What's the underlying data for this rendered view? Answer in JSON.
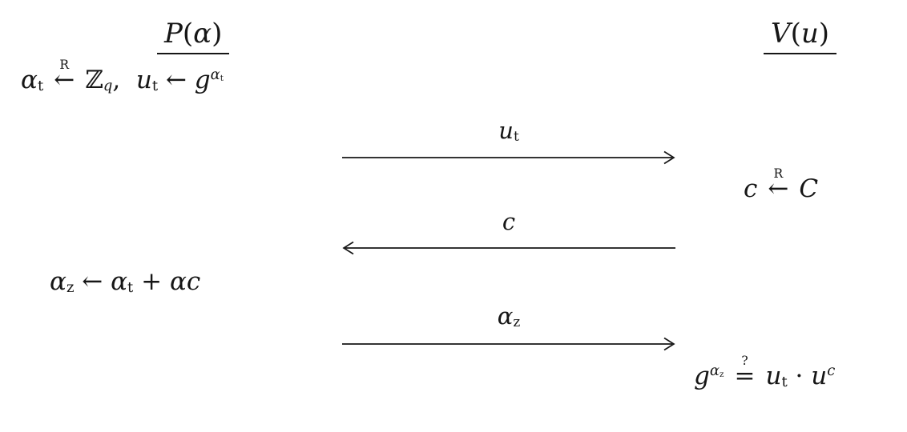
{
  "colors": {
    "ink": "#161616",
    "bg": "#ffffff"
  },
  "prover": {
    "header": [
      {
        "x": "P"
      },
      {
        "x": "(",
        "up": true
      },
      {
        "x": "α"
      },
      {
        "x": ")",
        "up": true
      }
    ],
    "step1": [
      {
        "x": "α"
      },
      {
        "x": "t",
        "k": "sub",
        "up": true
      },
      {
        "k": "stk",
        "top": "R",
        "base": "←"
      },
      {
        "x": "ℤ",
        "up": true
      },
      {
        "x": "q",
        "k": "sub"
      },
      {
        "x": ",  ",
        "up": true
      },
      {
        "x": "u"
      },
      {
        "x": "t",
        "k": "sub",
        "up": true
      },
      {
        "x": " ← ",
        "up": true
      },
      {
        "x": "g"
      },
      {
        "x": [
          {
            "x": "α"
          },
          {
            "x": "t",
            "k": "sub",
            "up": true
          }
        ],
        "k": "sup"
      }
    ],
    "step2": [
      {
        "x": "α"
      },
      {
        "x": "z",
        "k": "sub",
        "up": true
      },
      {
        "x": " ← ",
        "up": true
      },
      {
        "x": "α"
      },
      {
        "x": "t",
        "k": "sub",
        "up": true
      },
      {
        "x": " + ",
        "up": true
      },
      {
        "x": "α"
      },
      {
        "x": "c"
      }
    ]
  },
  "verifier": {
    "header": [
      {
        "x": "V"
      },
      {
        "x": "(",
        "up": true
      },
      {
        "x": "u"
      },
      {
        "x": ")",
        "up": true
      }
    ],
    "step1": [
      {
        "x": "c"
      },
      {
        "k": "stk",
        "top": "R",
        "base": "←"
      },
      {
        "x": "C"
      }
    ],
    "step2": [
      {
        "x": "g"
      },
      {
        "x": [
          {
            "x": "α"
          },
          {
            "x": "z",
            "k": "sub",
            "up": true
          }
        ],
        "k": "sup"
      },
      {
        "k": "stk",
        "top": "?",
        "base": "="
      },
      {
        "x": "u"
      },
      {
        "x": "t",
        "k": "sub",
        "up": true
      },
      {
        "x": " · ",
        "up": true
      },
      {
        "x": "u"
      },
      {
        "x": "c",
        "k": "sup"
      }
    ]
  },
  "messages": [
    {
      "label": [
        {
          "x": "u"
        },
        {
          "x": "t",
          "k": "sub",
          "up": true
        }
      ],
      "direction": "right"
    },
    {
      "label": [
        {
          "x": "c"
        }
      ],
      "direction": "left"
    },
    {
      "label": [
        {
          "x": "α"
        },
        {
          "x": "z",
          "k": "sub",
          "up": true
        }
      ],
      "direction": "right"
    }
  ]
}
